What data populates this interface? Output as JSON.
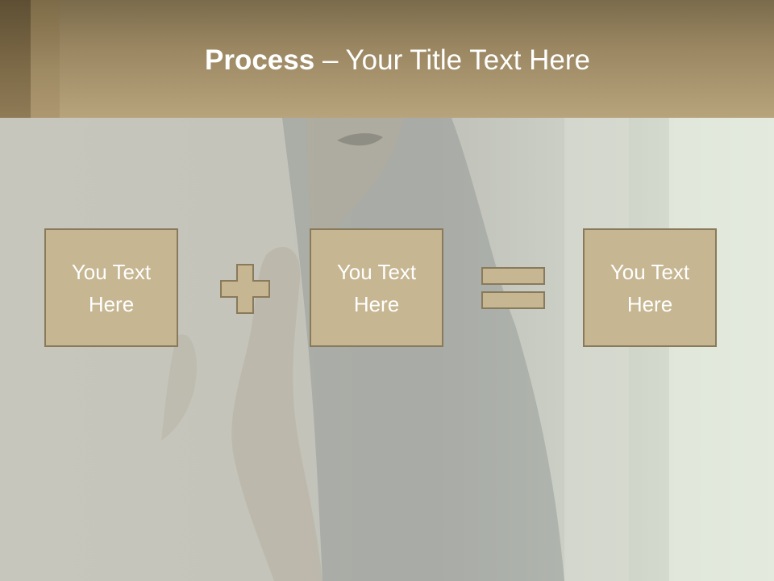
{
  "slide": {
    "title": {
      "bold": "Process",
      "rest": " – Your Title Text Here"
    },
    "boxes": [
      {
        "text": "You Text Here"
      },
      {
        "text": "You Text Here"
      },
      {
        "text": "You Text Here"
      }
    ],
    "operators": [
      "plus-icon",
      "equals-icon"
    ]
  },
  "colors": {
    "header": "#a8946c",
    "box_fill": "#c6b691",
    "box_border": "#8a7a5c",
    "text": "#ffffff"
  }
}
